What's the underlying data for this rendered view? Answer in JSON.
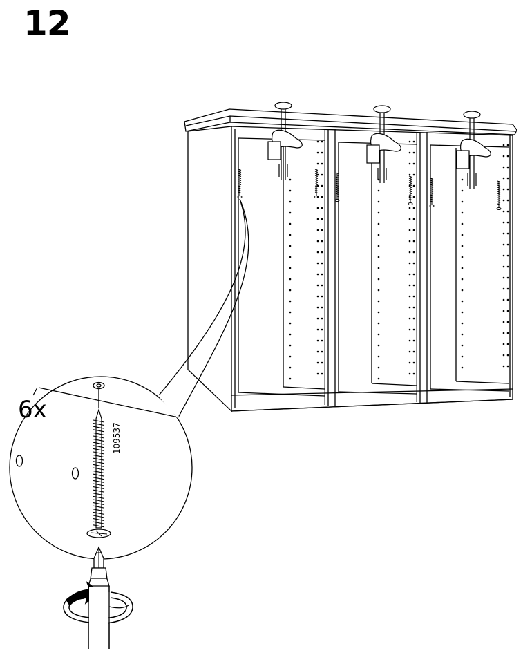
{
  "step": {
    "number": "12"
  },
  "detail": {
    "quantity_label": "6x",
    "screw_part_number": "109537"
  },
  "icons": {
    "screw": "screw-icon",
    "screwdriver": "screwdriver-icon",
    "rotation_arrow": "clockwise-rotation-arrow-icon",
    "clamp": "clamp-icon"
  },
  "colors": {
    "ink": "#000000",
    "paper": "#ffffff"
  }
}
